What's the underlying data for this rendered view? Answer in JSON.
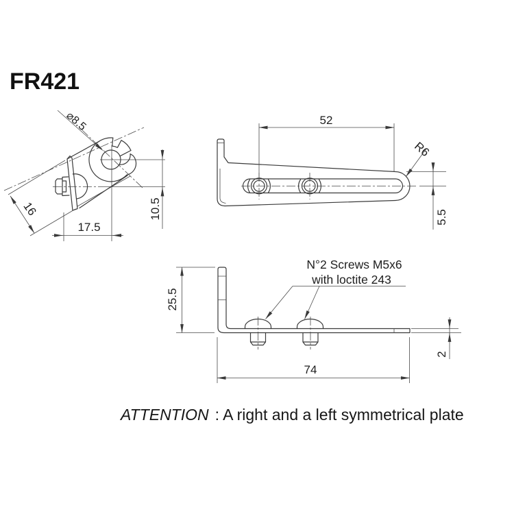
{
  "title": "FR421",
  "colors": {
    "line": "#3a3a3a",
    "text": "#1e1e1e"
  },
  "views": {
    "clamp_detail": {
      "dims": {
        "hole_diameter": "⌀8.5",
        "flange_width": "16",
        "hole_offset": "17.5",
        "bolt_offset": "10.5"
      }
    },
    "side_profile": {
      "dims": {
        "screw_spacing": "52",
        "end_radius": "R6",
        "slot_offset": "5.5"
      }
    },
    "l_bracket": {
      "dims": {
        "leg_height": "25.5",
        "base_length": "74",
        "thickness": "2"
      },
      "note_line1": "N°2 Screws M5x6",
      "note_line2": "with loctite 243"
    }
  },
  "attention": {
    "label": "ATTENTION",
    "text": ": A right and a left symmetrical plate"
  }
}
